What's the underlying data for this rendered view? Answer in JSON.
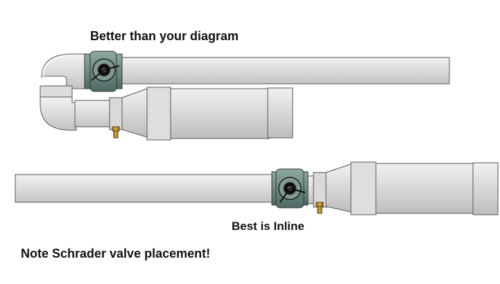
{
  "labels": {
    "top": "Better than your diagram",
    "middle": "Best is Inline",
    "bottom": "Note Schrader valve placement!"
  },
  "colors": {
    "pipe_fill": "#d4d4d4",
    "pipe_highlight": "#ececec",
    "pipe_outline": "#555555",
    "valve_body": "#6f8d86",
    "valve_dark": "#111111",
    "schrader_brass": "#b58a2a"
  },
  "assemblies": [
    {
      "name": "upper-loop",
      "parts": [
        "straight-pipe",
        "elbow-top",
        "coupling",
        "elbow-bottom",
        "short-pipe",
        "schrader-valve",
        "ball-valve",
        "reducer",
        "large-pipe",
        "end-coupling"
      ]
    },
    {
      "name": "inline",
      "parts": [
        "straight-pipe",
        "ball-valve",
        "short-pipe",
        "schrader-valve",
        "reducer",
        "large-pipe",
        "end-coupling"
      ]
    }
  ]
}
